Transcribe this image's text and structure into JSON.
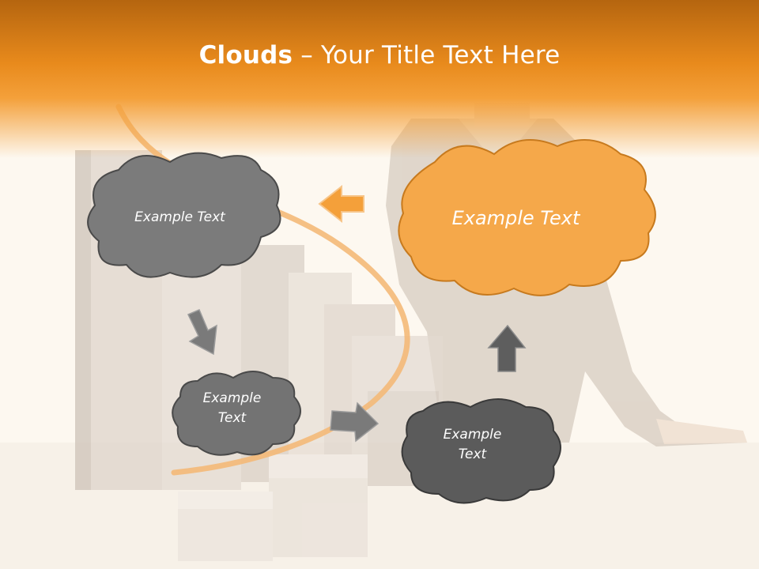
{
  "slide": {
    "title_bold": "Clouds",
    "title_separator": " – ",
    "title_rest": "Your Title Text Here"
  },
  "clouds": [
    {
      "id": "cloud-top-left",
      "line1": "Example Text"
    },
    {
      "id": "cloud-top-right",
      "line1": "Example Text"
    },
    {
      "id": "cloud-middle-left",
      "line1": "Example",
      "line2": "Text"
    },
    {
      "id": "cloud-bottom-right",
      "line1": "Example",
      "line2": "Text"
    }
  ],
  "arrows": [
    {
      "name": "left-arrow-icon",
      "direction": "left",
      "color": "#f4a03a"
    },
    {
      "name": "down-arrow-icon",
      "direction": "down-right",
      "color": "#7a7a7a"
    },
    {
      "name": "right-arrow-icon",
      "direction": "right",
      "color": "#7a7a7a"
    },
    {
      "name": "up-arrow-icon",
      "direction": "up",
      "color": "#5e5e5e"
    }
  ],
  "colors": {
    "header_orange": "#e88a1c",
    "cloud_orange": "#f5a84a",
    "cloud_gray": "#7b7b7b",
    "cloud_dark": "#5b5b5b",
    "cloud_outline": "#4a4a4a"
  }
}
